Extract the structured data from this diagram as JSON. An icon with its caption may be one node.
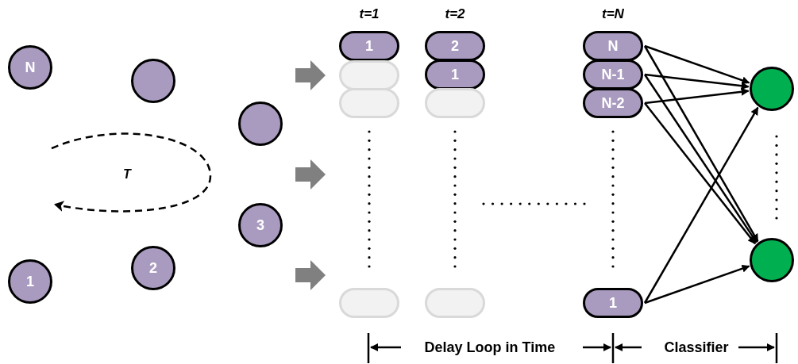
{
  "diagram": {
    "nodes": [
      {
        "text": [
          "N"
        ]
      },
      {
        "text": [],
        "shape": "circle"
      },
      {
        "text": [],
        "shape": "circle"
      },
      {
        "text": [
          "3"
        ]
      },
      {
        "text": [
          "1"
        ]
      },
      {
        "text": [
          "2"
        ]
      },
      {
        "text": [
          "1"
        ]
      },
      {
        "text": [],
        "shape": "pill"
      },
      {
        "text": [],
        "shape": "pill"
      },
      {
        "text": [],
        "shape": "pill"
      },
      {
        "text": [
          "2"
        ]
      },
      {
        "text": [
          "1"
        ]
      },
      {
        "text": [],
        "shape": "pill"
      },
      {
        "text": [],
        "shape": "pill"
      },
      {
        "text": [
          "N"
        ]
      },
      {
        "text": [
          "N-1"
        ]
      },
      {
        "text": [
          "N-2"
        ]
      },
      {
        "text": [
          "1"
        ]
      },
      {
        "text": [],
        "shape": "circle"
      },
      {
        "text": [],
        "shape": "circle"
      }
    ],
    "edges": [
      {
        "from": 14,
        "to": 18,
        "arrow": "to"
      },
      {
        "from": 14,
        "to": 19,
        "arrow": "to"
      },
      {
        "from": 15,
        "to": 18,
        "arrow": "to"
      },
      {
        "from": 15,
        "to": 19,
        "arrow": "to"
      },
      {
        "from": 16,
        "to": 18,
        "arrow": "to"
      },
      {
        "from": 16,
        "to": 19,
        "arrow": "to"
      },
      {
        "from": 17,
        "to": 18,
        "arrow": "to"
      },
      {
        "from": 17,
        "to": 19,
        "arrow": "to"
      }
    ],
    "labels": [
      "t=1",
      "t=2",
      "t=N",
      "T",
      "Delay Loop in Time",
      "Classifier"
    ]
  }
}
